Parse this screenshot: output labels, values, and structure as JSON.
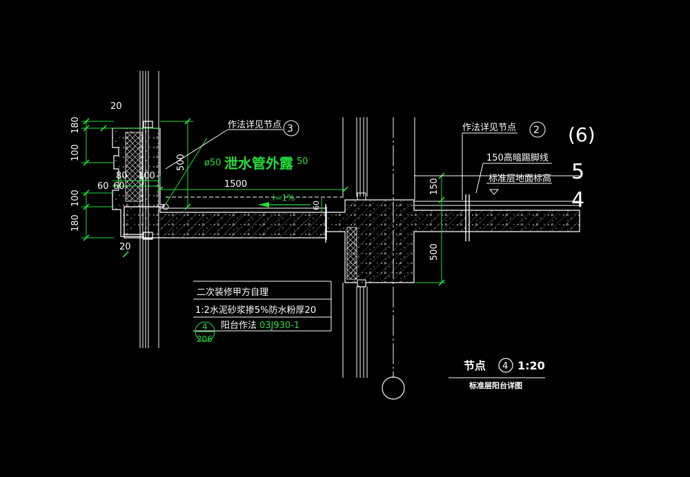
{
  "colors": {
    "background": "#000000",
    "line": "#ffffff",
    "dimension": "#22e03a",
    "hatch": "#cfcfcf"
  },
  "labels": {
    "detail_ref_left": "作法详见节点",
    "detail_ref_left_num": "3",
    "detail_ref_right": "作法详见节点",
    "detail_ref_right_num": "2",
    "pipe_note": "泄水管外露",
    "pipe_dia": "ø50",
    "pipe_len": "50",
    "skirting": "150高暗踢脚线",
    "floor_level": "标准层地面标高",
    "slope": "i=1%",
    "note_line1": "二次装修甲方自理",
    "note_line2": "1:2水泥砂浆掺5%防水粉厚20",
    "note_line3_prefix": "阳台作法",
    "note_line3_code": "03J930-1",
    "ref_circle_top": "4",
    "ref_circle_bottom": "206",
    "title": "节点",
    "title_num": "4",
    "scale": "1:20",
    "subtitle": "标准层阳台详图",
    "axis_6": "(6)",
    "level_5": "5",
    "level_4": "4"
  },
  "dimensions": {
    "d20_top": "20",
    "d180_top": "180",
    "d100_top": "100",
    "d500_left": "500",
    "d80": "80",
    "d100_mid": "100",
    "d60a": "60",
    "d60b": "60",
    "d1500": "1500",
    "d100_low": "100",
    "d180_low": "180",
    "d20_bottom": "20",
    "d60_step": "60",
    "d150": "150",
    "d500_right": "500"
  }
}
